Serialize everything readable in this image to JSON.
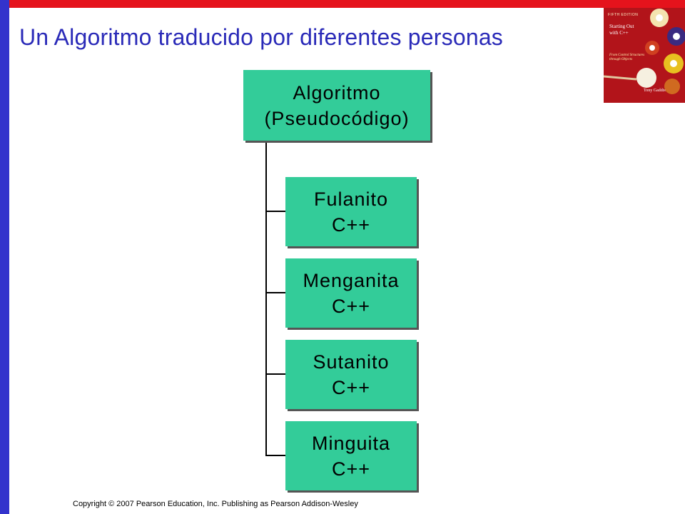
{
  "slide": {
    "title": "Un Algoritmo traducido por diferentes personas",
    "footer": "Copyright © 2007 Pearson Education, Inc. Publishing as Pearson Addison-Wesley"
  },
  "book_cover": {
    "edition": "FIFTH EDITION",
    "title": "Starting Out with C++",
    "subtitle": "From Control Structures through Objects",
    "author": "Tony Gaddis"
  },
  "diagram": {
    "root": {
      "line1": "Algoritmo",
      "line2": "(Pseudocódigo)"
    },
    "children": [
      {
        "line1": "Fulanito",
        "line2": "C++"
      },
      {
        "line1": "Menganita",
        "line2": "C++"
      },
      {
        "line1": "Sutanito",
        "line2": "C++"
      },
      {
        "line1": "Minguita",
        "line2": "C++"
      }
    ]
  },
  "colors": {
    "top_bar": "#e5131c",
    "left_bar": "#3333cc",
    "title_text": "#2a2ab8",
    "box_fill": "#33cc99",
    "box_shadow": "#555555",
    "book_cover": "#b2141a"
  }
}
